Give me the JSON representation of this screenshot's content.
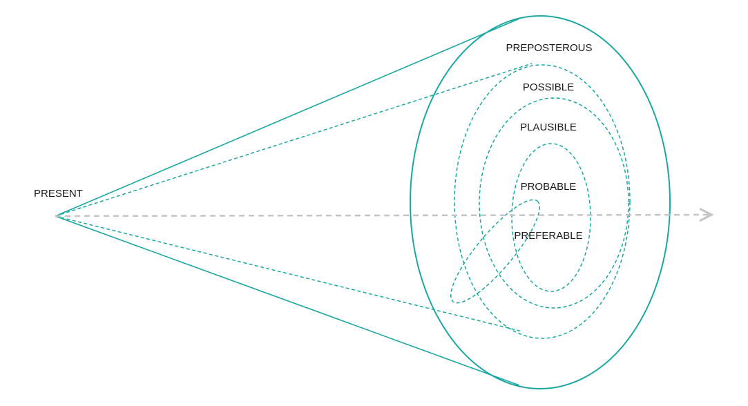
{
  "diagram": {
    "labels": {
      "present": "PRESENT",
      "preposterous": "PREPOSTEROUS",
      "possible": "POSSIBLE",
      "plausible": "PLAUSIBLE",
      "probable": "PROBABLE",
      "preferable": "PREFERABLE"
    },
    "colors": {
      "cone": "#1aa7a0",
      "axis": "#c4c4c4",
      "text": "#1a1a1a"
    }
  }
}
